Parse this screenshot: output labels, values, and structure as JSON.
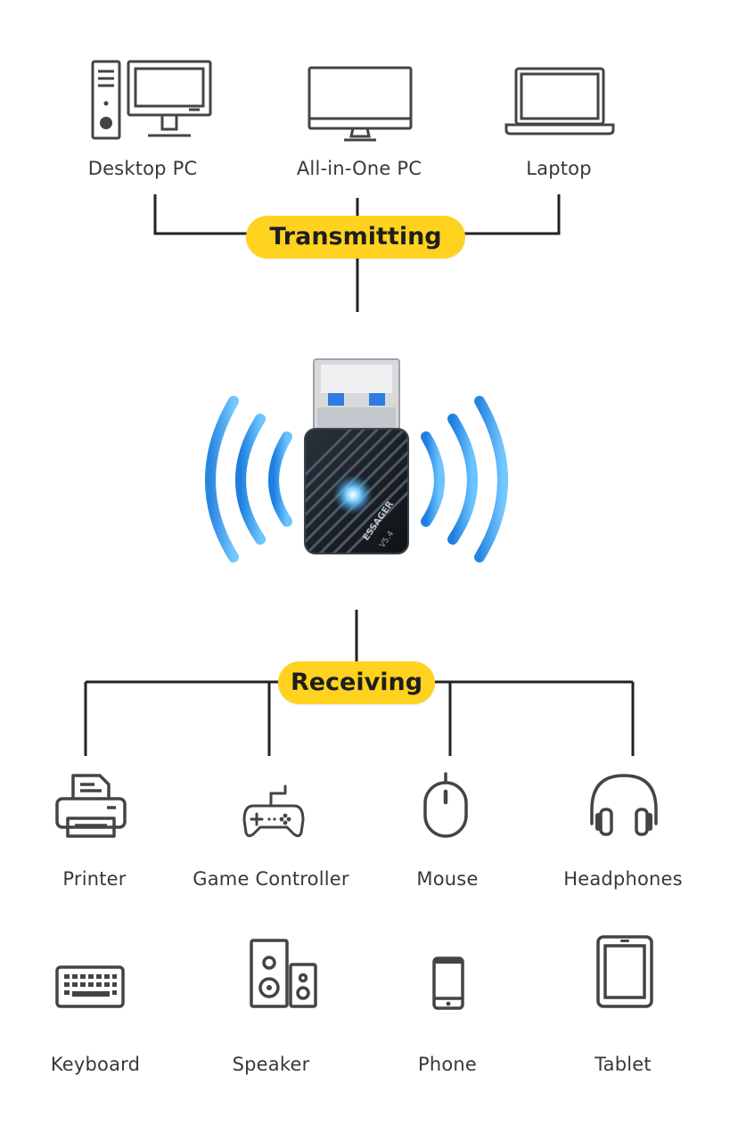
{
  "colors": {
    "accent": "#FFD21F",
    "line": "#222222",
    "icon": "#444444",
    "wave": "#2F9BEA",
    "device_body": "#1b1f26",
    "connector": "#d7d9dc"
  },
  "transmitting": {
    "label": "Transmitting",
    "devices": [
      {
        "label": "Desktop PC",
        "icon": "desktop-pc-icon"
      },
      {
        "label": "All-in-One PC",
        "icon": "all-in-one-pc-icon"
      },
      {
        "label": "Laptop",
        "icon": "laptop-icon"
      }
    ]
  },
  "adapter": {
    "brand": "ESSAGER",
    "version": "V5.4"
  },
  "receiving": {
    "label": "Receiving",
    "row1": [
      {
        "label": "Printer",
        "icon": "printer-icon"
      },
      {
        "label": "Game Controller",
        "icon": "game-controller-icon"
      },
      {
        "label": "Mouse",
        "icon": "mouse-icon"
      },
      {
        "label": "Headphones",
        "icon": "headphones-icon"
      }
    ],
    "row2": [
      {
        "label": "Keyboard",
        "icon": "keyboard-icon"
      },
      {
        "label": "Speaker",
        "icon": "speaker-icon"
      },
      {
        "label": "Phone",
        "icon": "phone-icon"
      },
      {
        "label": "Tablet",
        "icon": "tablet-icon"
      }
    ]
  }
}
